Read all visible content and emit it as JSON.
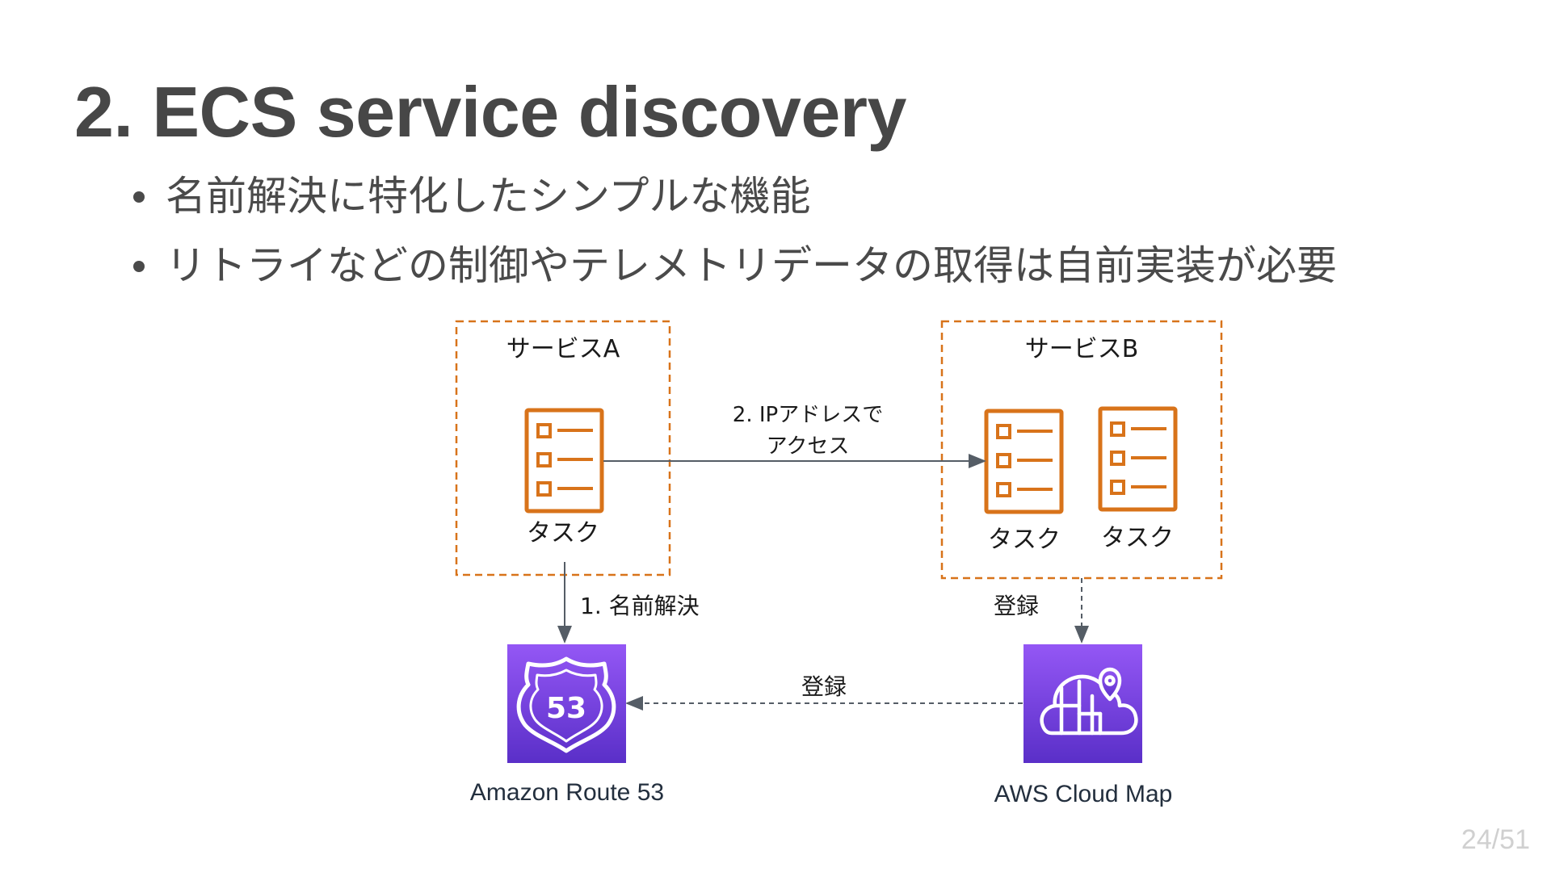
{
  "slide": {
    "title": "2. ECS service discovery",
    "bullets": [
      "名前解決に特化したシンプルな機能",
      "リトライなどの制御やテレメトリデータの取得は自前実装が必要"
    ],
    "page_number": "24/51"
  },
  "diagram": {
    "service_a": {
      "label": "サービスA",
      "task_label": "タスク"
    },
    "service_b": {
      "label": "サービスB",
      "task_labels": [
        "タスク",
        "タスク"
      ]
    },
    "edges": {
      "access": {
        "label_line1": "2. IPアドレスで",
        "label_line2": "アクセス"
      },
      "resolve": {
        "label": "1. 名前解決"
      },
      "register_b": {
        "label": "登録"
      },
      "register_route53": {
        "label": "登録"
      }
    },
    "route53": {
      "label": "Amazon Route 53",
      "badge_number": "53"
    },
    "cloud_map": {
      "label": "AWS Cloud Map"
    },
    "colors": {
      "orange": "#d8731a",
      "purple_top": "#9457f5",
      "purple_bottom": "#5a2fc8",
      "arrow": "#555d66"
    }
  }
}
